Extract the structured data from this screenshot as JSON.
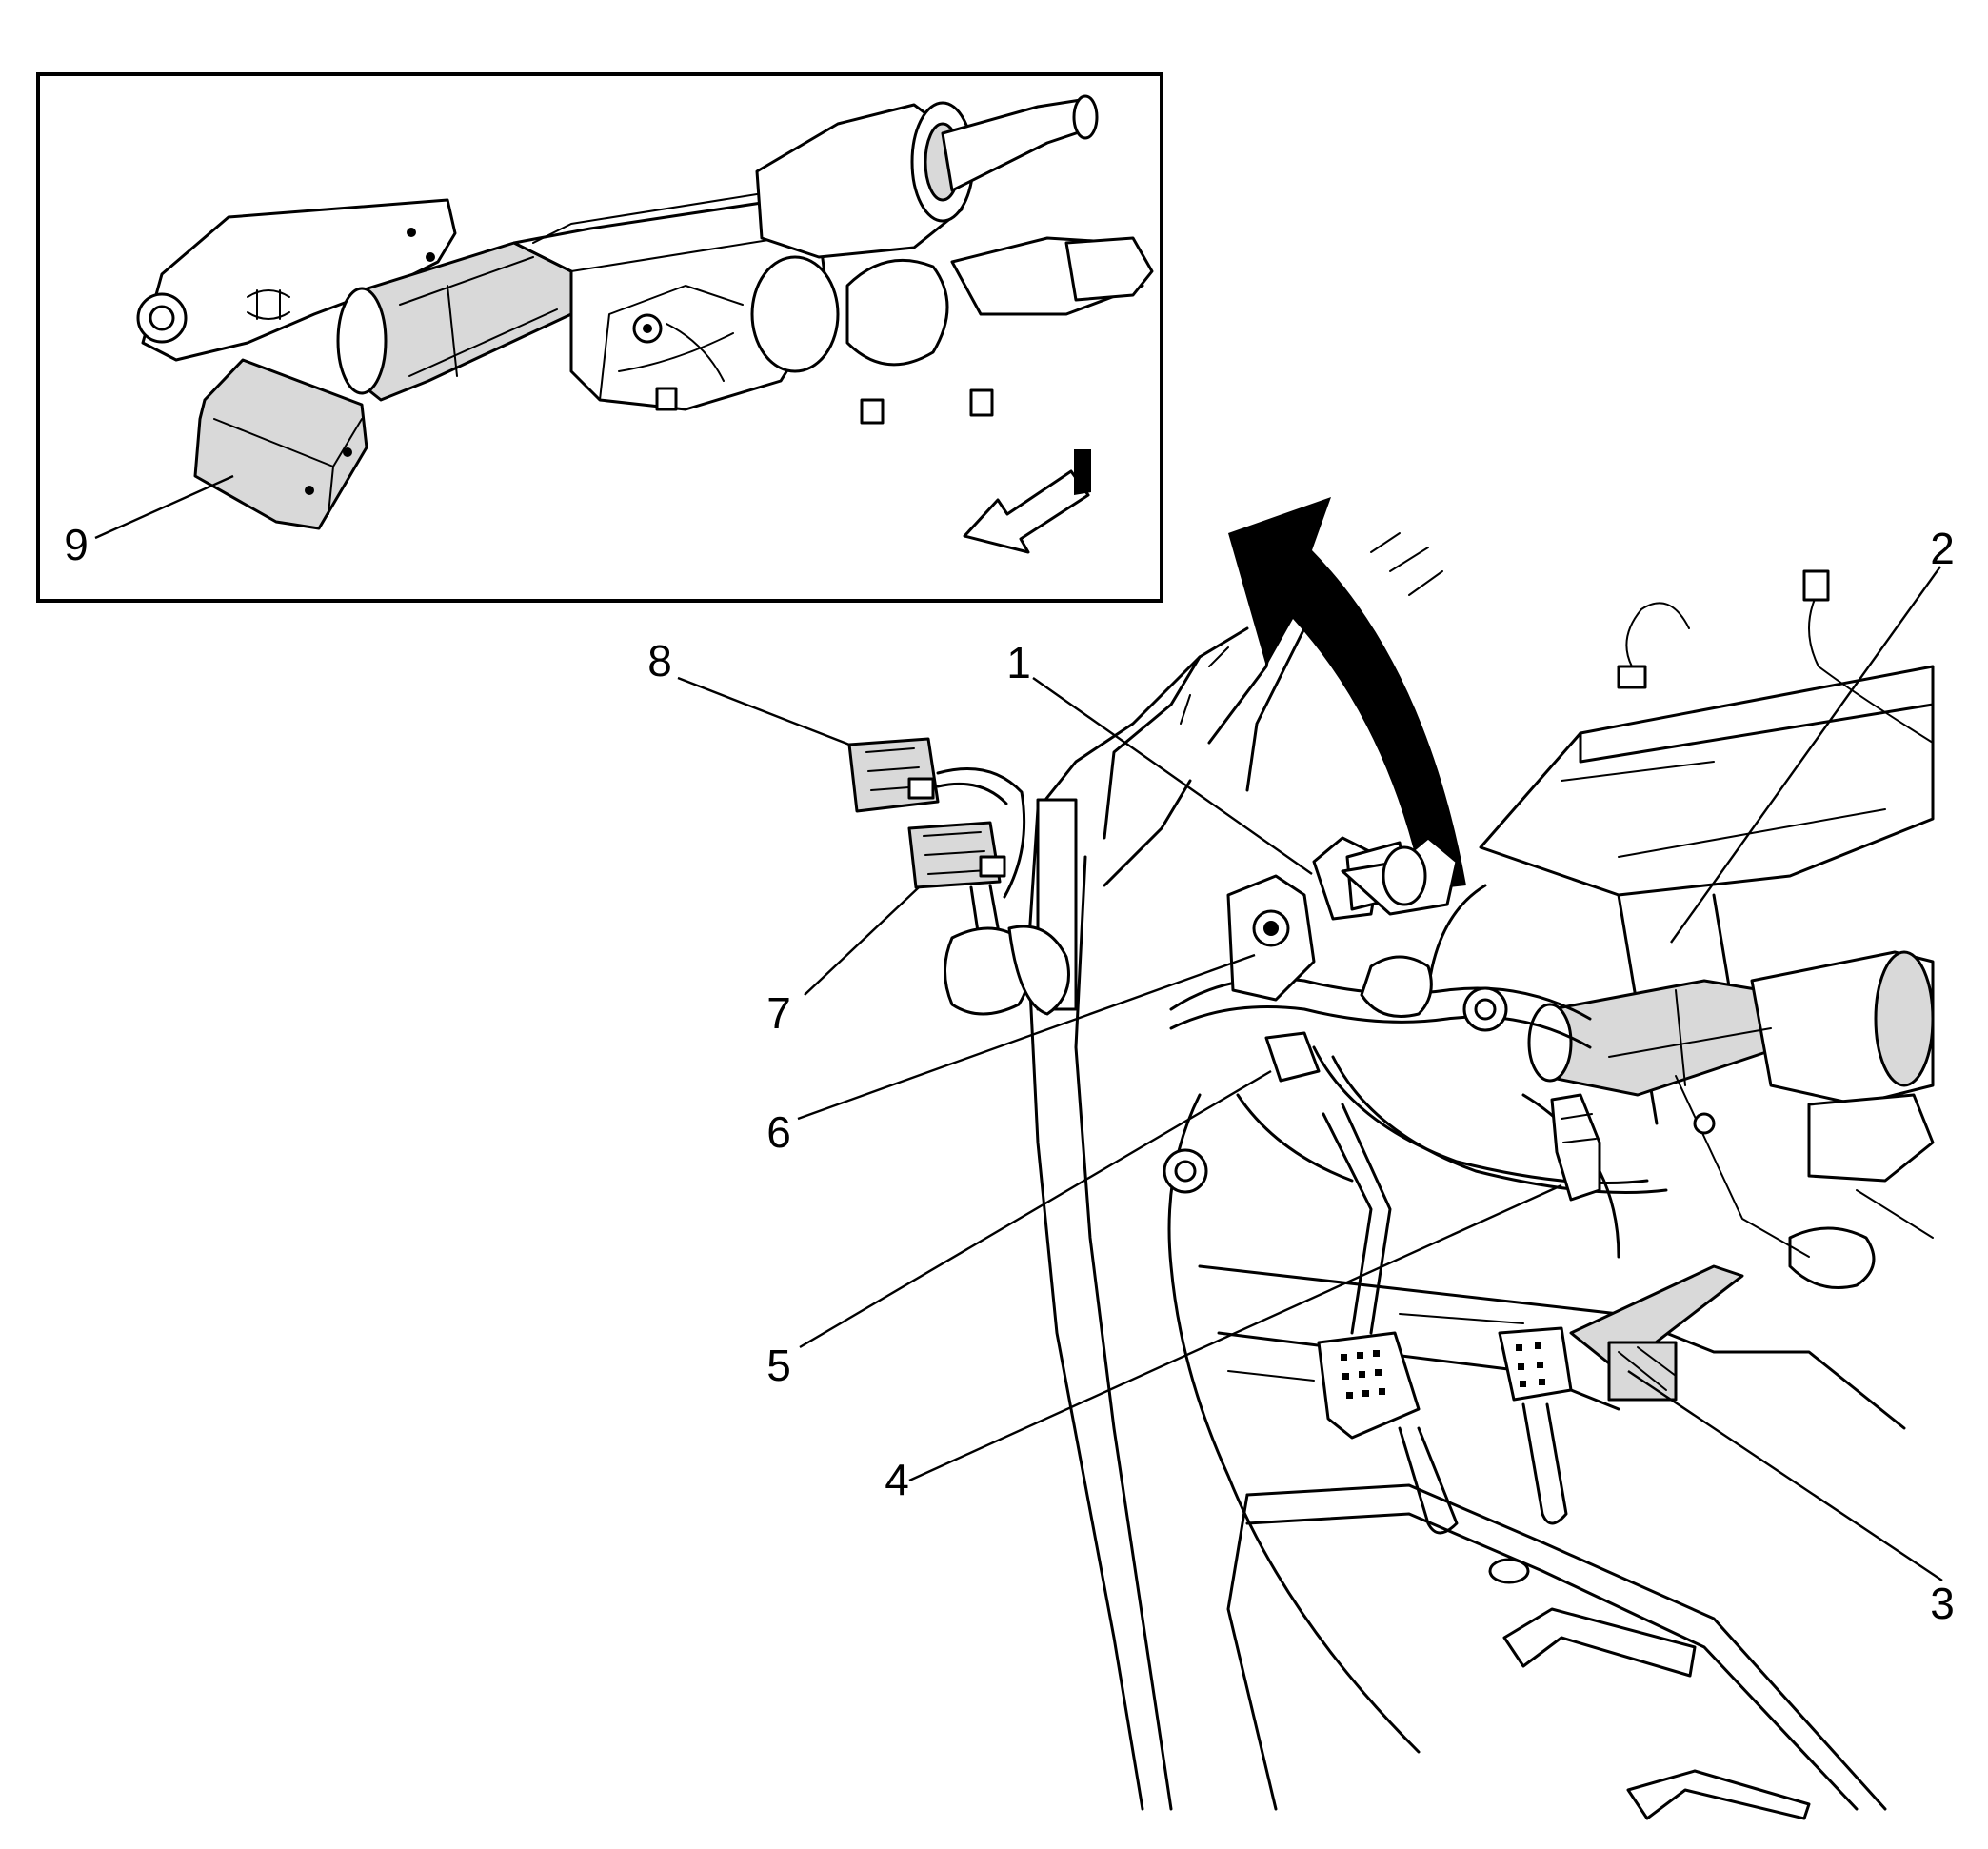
{
  "diagram": {
    "callouts": [
      {
        "id": "1",
        "text": "1"
      },
      {
        "id": "2",
        "text": "2"
      },
      {
        "id": "3",
        "text": "3"
      },
      {
        "id": "4",
        "text": "4"
      },
      {
        "id": "5",
        "text": "5"
      },
      {
        "id": "6",
        "text": "6"
      },
      {
        "id": "7",
        "text": "7"
      },
      {
        "id": "8",
        "text": "8"
      },
      {
        "id": "9",
        "text": "9"
      }
    ],
    "components": [
      "steering-column-assembly",
      "connector-8",
      "connector-7",
      "module-9",
      "brake-pedal",
      "accelerator-pedal",
      "instrument-panel-carrier",
      "wiring-harness"
    ],
    "line_color": "#000000",
    "background_color": "#ffffff"
  }
}
